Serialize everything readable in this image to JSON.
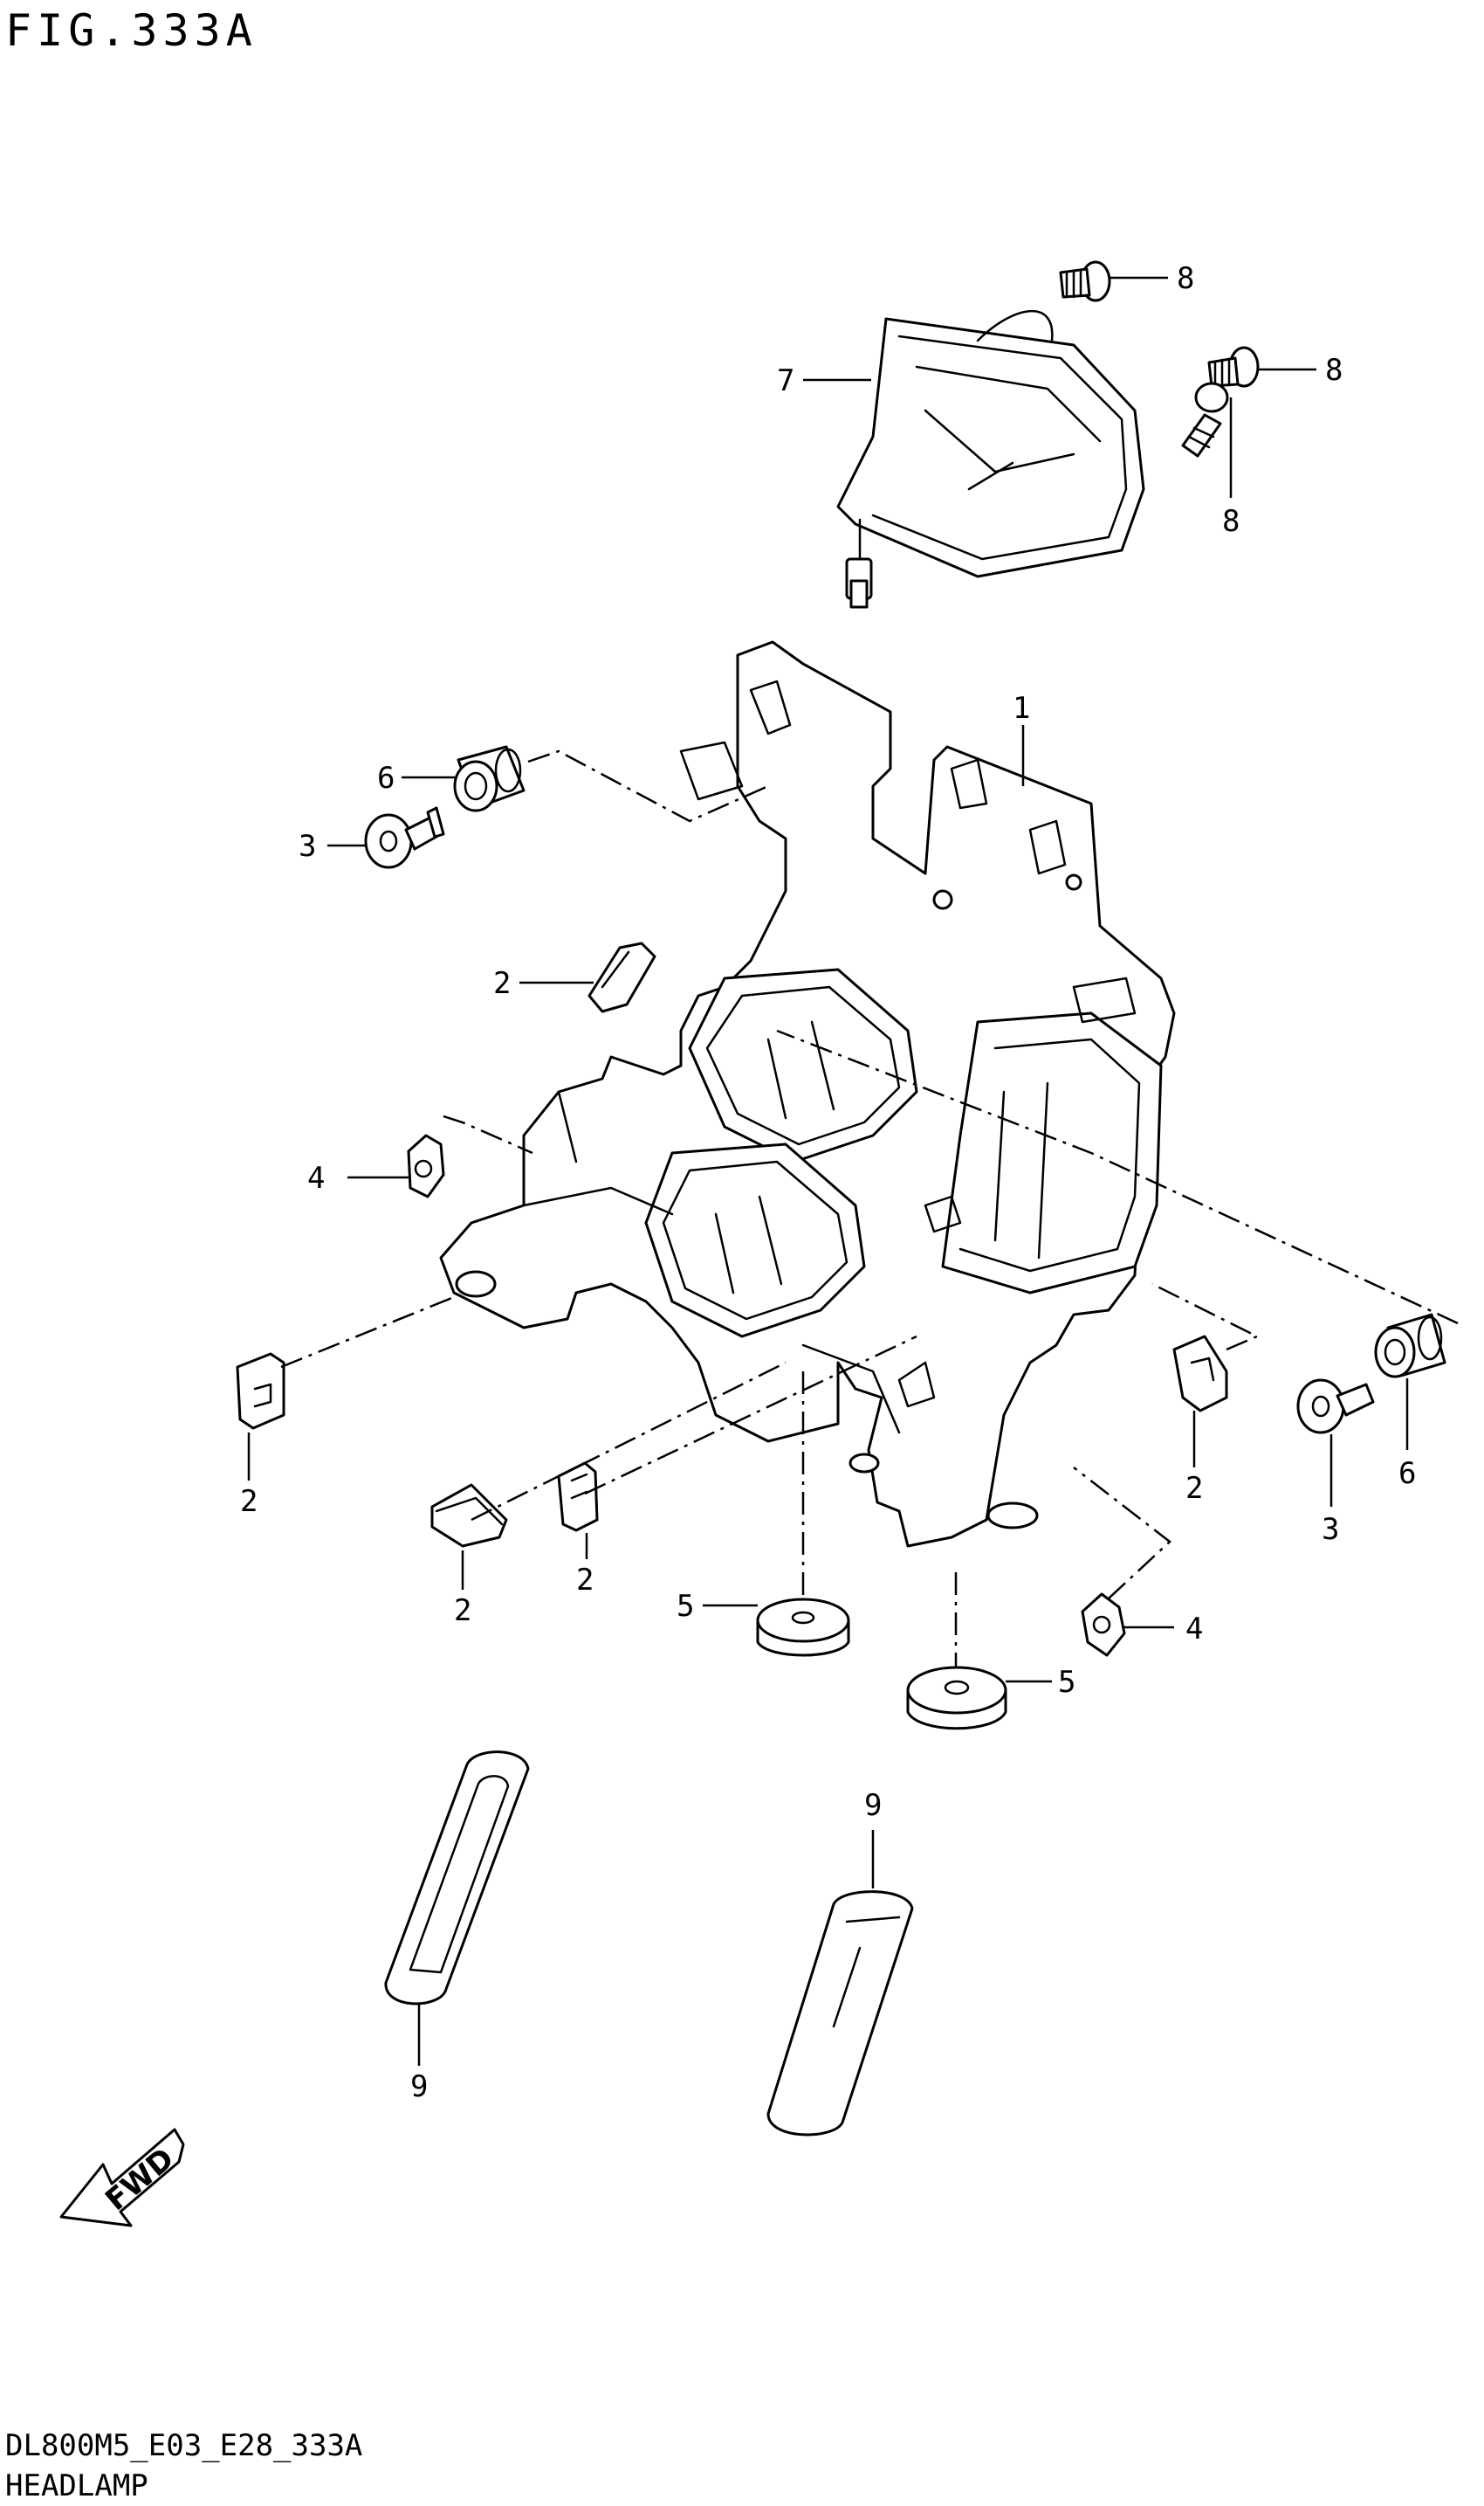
{
  "figure": {
    "title": "FIG.333A",
    "model_code": "DL800M5_E03_E28_333A",
    "name": "HEADLAMP"
  },
  "direction_label": "FWD",
  "callouts": [
    "1",
    "2",
    "2",
    "2",
    "2",
    "2",
    "3",
    "3",
    "4",
    "4",
    "5",
    "5",
    "6",
    "6",
    "7",
    "8",
    "8",
    "8",
    "9",
    "9"
  ]
}
